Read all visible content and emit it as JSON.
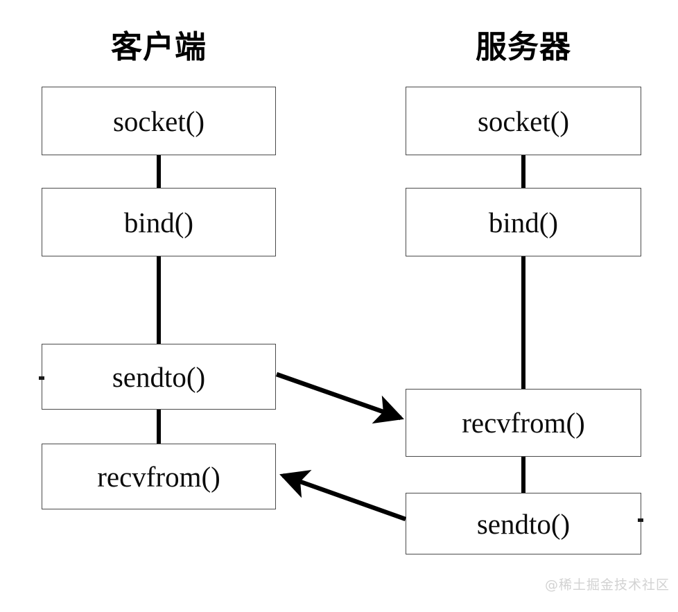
{
  "diagram": {
    "title_client": "客户端",
    "title_server": "服务器",
    "watermark": "@稀土掘金技术社区",
    "colors": {
      "background": "#ffffff",
      "box_border": "#4a4a4a",
      "connector": "#000000",
      "text": "#0b0b0b",
      "watermark": "#d2d2d2"
    },
    "client": {
      "steps": [
        {
          "label": "socket()"
        },
        {
          "label": "bind()"
        },
        {
          "label": "sendto()"
        },
        {
          "label": "recvfrom()"
        }
      ]
    },
    "server": {
      "steps": [
        {
          "label": "socket()"
        },
        {
          "label": "bind()"
        },
        {
          "label": "recvfrom()"
        },
        {
          "label": "sendto()"
        }
      ]
    },
    "arrows": [
      {
        "name": "client-sendto-to-server-recvfrom",
        "from": "client.sendto()",
        "to": "server.recvfrom()",
        "direction": "right-down"
      },
      {
        "name": "server-sendto-to-client-recvfrom",
        "from": "server.sendto()",
        "to": "client.recvfrom()",
        "direction": "left-up"
      }
    ]
  }
}
